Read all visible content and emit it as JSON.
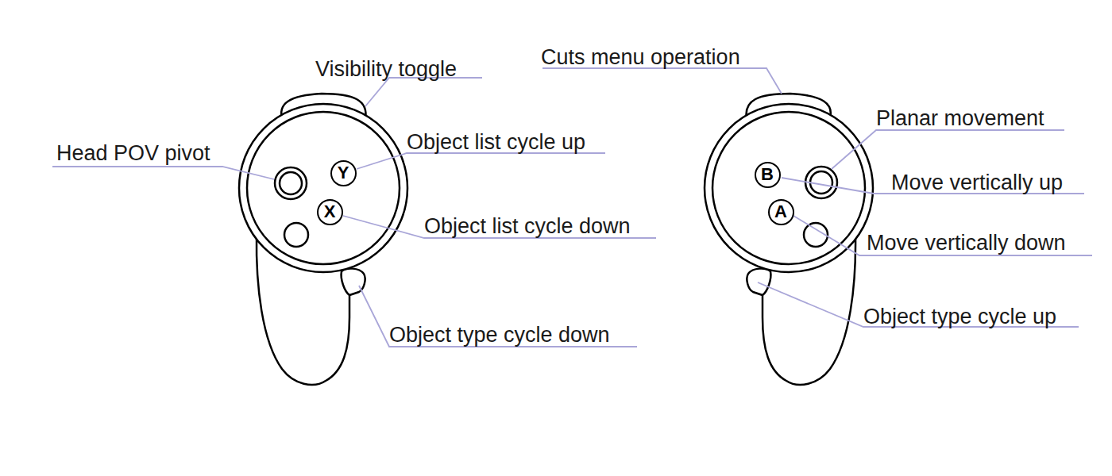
{
  "diagram": {
    "nodes": [
      {
        "text": [
          "Y"
        ]
      },
      {
        "text": [
          "X"
        ]
      },
      {
        "text": [
          "B"
        ]
      },
      {
        "text": [
          "A"
        ]
      }
    ],
    "labels": [
      "Visibility toggle",
      "Head POV pivot",
      "Object list cycle up",
      "Object list cycle down",
      "Object type cycle down",
      "Cuts menu operation",
      "Planar movement",
      "Move vertically up",
      "Move vertically down",
      "Object type cycle up"
    ]
  }
}
